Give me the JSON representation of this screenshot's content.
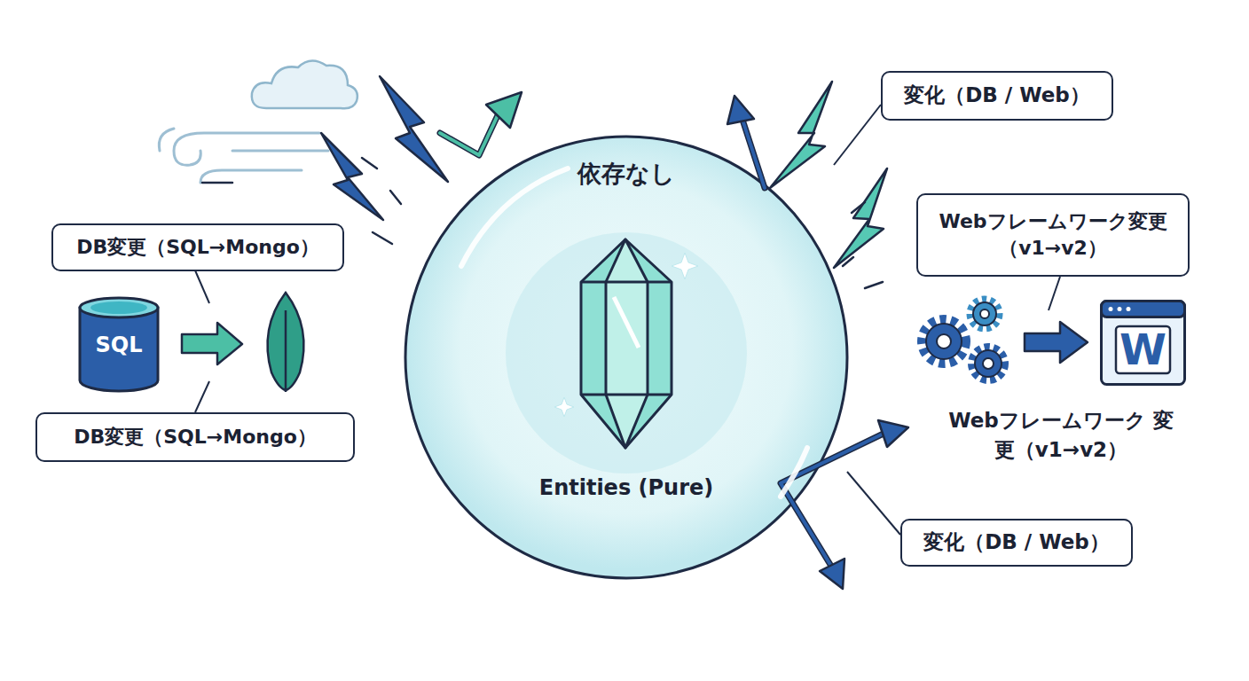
{
  "diagram": {
    "nodes": [
      {
        "text": [
          "変化（DB / Web）"
        ]
      },
      {
        "text": [
          "依存なし",
          "Entities (Pure)"
        ]
      },
      {
        "text": [
          "Webフレームワーク変更 （v1→v2）"
        ]
      },
      {
        "text": [
          "DB変更（SQL→Mongo）"
        ]
      },
      {
        "text": [
          "SQL"
        ]
      },
      {
        "text": [
          "W"
        ]
      },
      {
        "text": [
          "DB変更（SQL→Mongo）"
        ]
      },
      {
        "text": [
          "変化（DB / Web）"
        ]
      }
    ],
    "labels": [
      "Webフレームワーク 変更（v1→v2）"
    ]
  }
}
